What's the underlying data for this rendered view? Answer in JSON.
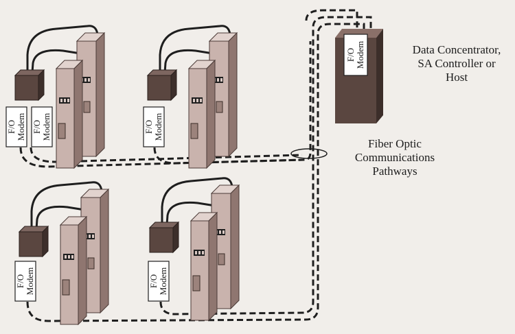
{
  "modem_label": {
    "line1": "F/O",
    "line2": "Modem"
  },
  "host_caption": [
    "Data Concentrator,",
    "SA Controller or",
    "Host"
  ],
  "fiber_caption": [
    "Fiber Optic",
    "Communications",
    "Pathways"
  ],
  "colors": {
    "background": "#f1eeea",
    "cabinet_front": "#c9b3ad",
    "cabinet_side": "#8f7670",
    "cabinet_top": "#e2d3ce",
    "host_cabinet": "#5a4640",
    "cable": "#1e1e1e",
    "label_box": "#ffffff"
  }
}
